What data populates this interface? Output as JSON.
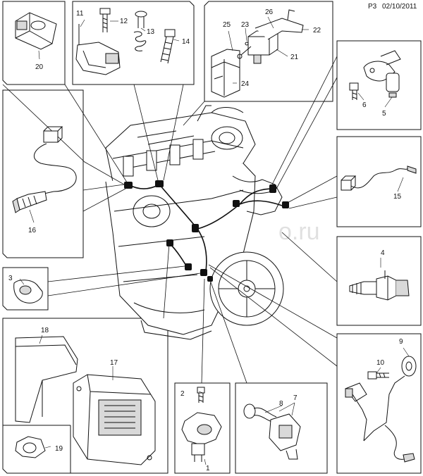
{
  "header": {
    "page": "P3",
    "date": "02/10/2011"
  },
  "watermark": "o.ru",
  "callouts": [
    "1",
    "2",
    "3",
    "4",
    "5",
    "6",
    "7",
    "8",
    "9",
    "10",
    "11",
    "12",
    "13",
    "14",
    "15",
    "16",
    "17",
    "18",
    "19",
    "20",
    "21",
    "22",
    "23",
    "24",
    "25",
    "26"
  ],
  "colors": {
    "line": "#111111",
    "fill": "#ffffff",
    "shade": "#d9d9d9",
    "dark": "#8a8a8a"
  }
}
